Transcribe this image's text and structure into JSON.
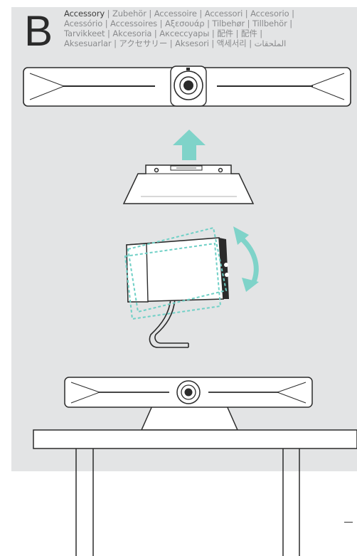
{
  "section": {
    "letter": "B"
  },
  "heading": {
    "lines": [
      "Zubehör | Accessoire | Accessori | Accesorio |",
      "Acessório | Accessoires | Αξεσουάρ | Tilbehør | Tillbehör |",
      "Tarvikkeet | Akcesoria | Аксессуары | 配件 | 配件 |",
      "Aksesuarlar | アクセサリー | Aksesori | 액세서리 | الملحقات"
    ],
    "first_word": "Accessory",
    "separator": " | "
  },
  "colors": {
    "panel": "#e3e4e5",
    "arrow": "#7fd3c9",
    "outline": "#2b2b2b",
    "dashed": "#6fd0c6"
  },
  "icons": {
    "mount_arrow": "arrow-up-icon",
    "tilt_arrow": "curved-double-arrow-icon"
  }
}
